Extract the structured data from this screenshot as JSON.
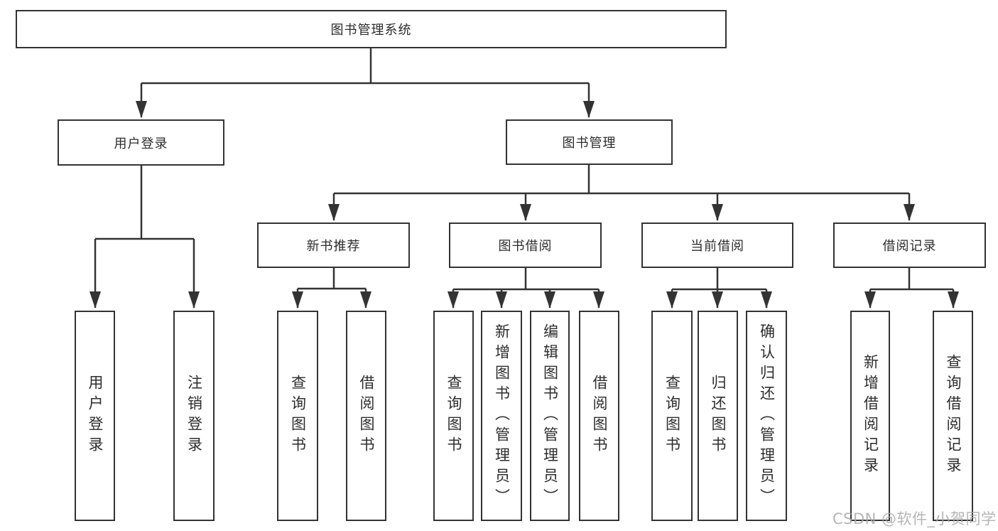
{
  "tree": {
    "root": {
      "label": "图书管理系统"
    },
    "user_login": {
      "label": "用户登录",
      "children": [
        {
          "label": "用户登录"
        },
        {
          "label": "注销登录"
        }
      ]
    },
    "book_management": {
      "label": "图书管理",
      "sections": [
        {
          "label": "新书推荐",
          "children": [
            {
              "label": "查询图书"
            },
            {
              "label": "借阅图书"
            }
          ]
        },
        {
          "label": "图书借阅",
          "children": [
            {
              "label": "查询图书"
            },
            {
              "label": "新增图书（管理员）"
            },
            {
              "label": "编辑图书（管理员）"
            },
            {
              "label": "借阅图书"
            }
          ]
        },
        {
          "label": "当前借阅",
          "children": [
            {
              "label": "查询图书"
            },
            {
              "label": "归还图书"
            },
            {
              "label": "确认归还（管理员）"
            }
          ]
        },
        {
          "label": "借阅记录",
          "children": [
            {
              "label": "新增借阅记录"
            },
            {
              "label": "查询借阅记录"
            }
          ]
        }
      ]
    }
  },
  "watermark": "CSDN @软件_小贺同学",
  "colors": {
    "line": "#333333",
    "box_border": "#333333",
    "text": "#2d2d2d",
    "watermark": "#a8a8a8",
    "background": "#ffffff"
  }
}
